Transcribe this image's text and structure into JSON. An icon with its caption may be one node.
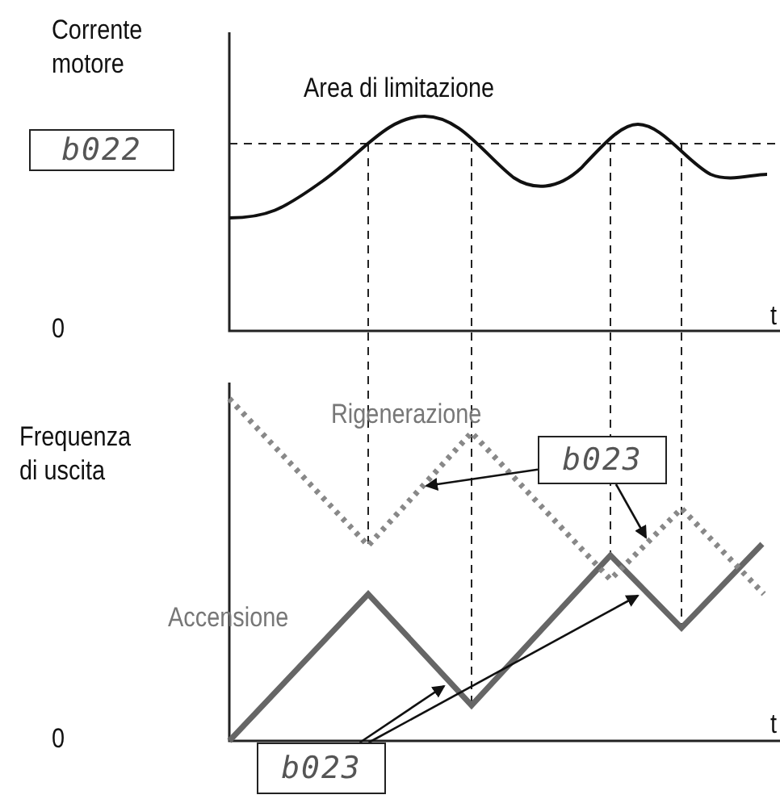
{
  "diagram": {
    "nodes": [
      {
        "text": [
          "b022"
        ]
      },
      {
        "text": [
          "b023"
        ]
      },
      {
        "text": [
          "b023"
        ]
      }
    ],
    "edges": [
      {
        "from": 1,
        "to": null,
        "arrow": "to"
      },
      {
        "from": 1,
        "to": null,
        "arrow": "to"
      },
      {
        "from": 2,
        "to": null,
        "arrow": "to"
      },
      {
        "from": 2,
        "to": null,
        "arrow": "to"
      }
    ],
    "labels": [
      "Corrente motore",
      "Area di limitazione",
      "0",
      "t",
      "Frequenza di uscita",
      "Rigenerazione",
      "Accensione",
      "0",
      "t"
    ]
  }
}
